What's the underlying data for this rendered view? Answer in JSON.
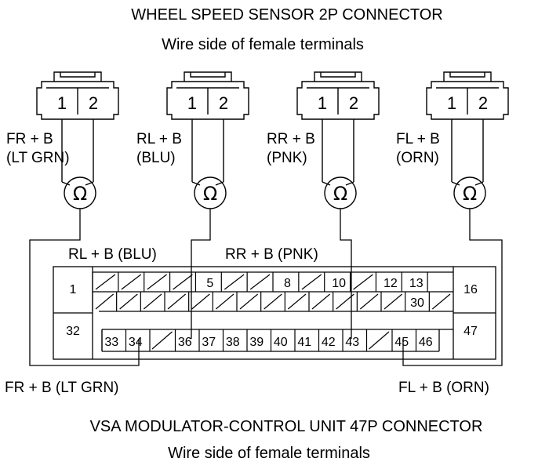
{
  "header": {
    "title": "WHEEL SPEED SENSOR 2P CONNECTOR",
    "subtitle": "Wire side of female terminals"
  },
  "sensors": [
    {
      "pins": [
        "1",
        "2"
      ],
      "label_line1": "FR  + B",
      "label_line2": "(LT GRN)"
    },
    {
      "pins": [
        "1",
        "2"
      ],
      "label_line1": "RL  + B",
      "label_line2": "(BLU)"
    },
    {
      "pins": [
        "1",
        "2"
      ],
      "label_line1": "RR  + B",
      "label_line2": "(PNK)"
    },
    {
      "pins": [
        "1",
        "2"
      ],
      "label_line1": "FL  + B",
      "label_line2": "(ORN)"
    }
  ],
  "meter_symbol": "Ω",
  "wires": {
    "rl": "RL  + B (BLU)",
    "rr": "RR  + B (PNK)",
    "fr": "FR  + B (LT GRN)",
    "fl": "FL  + B (ORN)"
  },
  "connector47": {
    "row1": [
      "5",
      "8",
      "10",
      "12",
      "13"
    ],
    "row2": [
      "30"
    ],
    "row3": [
      "33",
      "34",
      "36",
      "37",
      "38",
      "39",
      "40",
      "41",
      "42",
      "43",
      "45",
      "46"
    ],
    "corners": [
      "1",
      "16",
      "32",
      "47"
    ]
  },
  "footer": {
    "title": "VSA MODULATOR-CONTROL UNIT 47P CONNECTOR",
    "subtitle": "Wire side of female terminals"
  }
}
